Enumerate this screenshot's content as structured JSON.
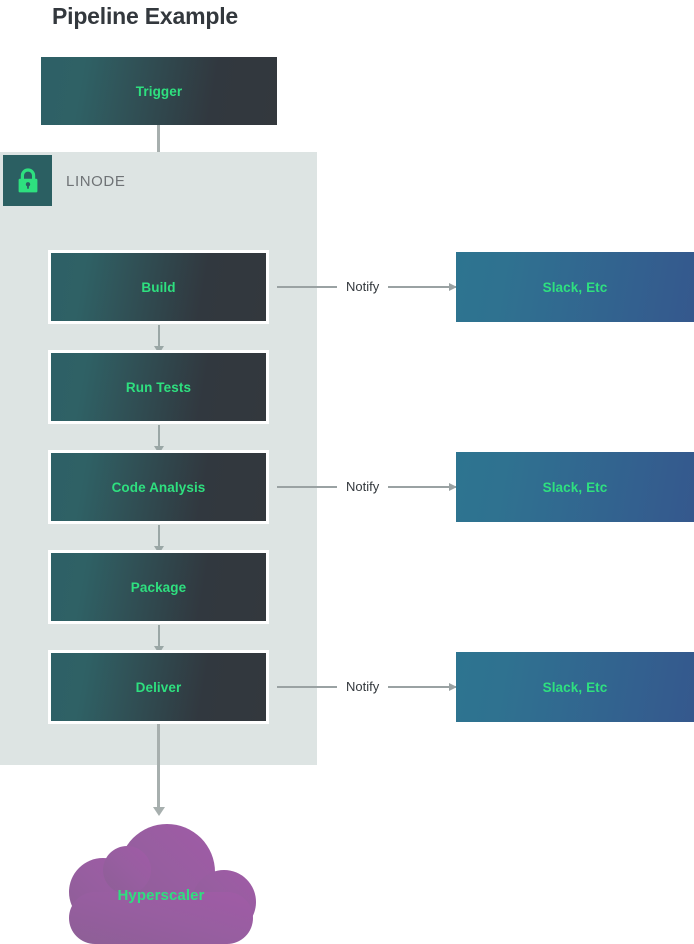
{
  "page": {
    "title": "Pipeline Example"
  },
  "trigger": {
    "label": "Trigger"
  },
  "linode": {
    "label": "LINODE",
    "lock_icon": "lock-icon"
  },
  "pipeline": {
    "stages": [
      {
        "label": "Build"
      },
      {
        "label": "Run Tests"
      },
      {
        "label": "Code Analysis"
      },
      {
        "label": "Package"
      },
      {
        "label": "Deliver"
      }
    ]
  },
  "notifications": [
    {
      "connector_label": "Notify",
      "target_label": "Slack, Etc"
    },
    {
      "connector_label": "Notify",
      "target_label": "Slack, Etc"
    },
    {
      "connector_label": "Notify",
      "target_label": "Slack, Etc"
    }
  ],
  "hyperscaler": {
    "label": "Hyperscaler"
  },
  "colors": {
    "accent_green": "#2ee07f",
    "stage_gradient_start": "#2e6066",
    "stage_gradient_end": "#33383d",
    "slack_gradient_start": "#2d7490",
    "slack_gradient_end": "#35588d",
    "panel_background": "#dde4e3",
    "lock_badge_background": "#2b5f62",
    "cloud_gradient_start": "#9a5fa0",
    "cloud_gradient_end": "#8e5f96",
    "connector_gray": "#9aa2a3",
    "title_color": "#33383d",
    "linode_label_color": "#6f7376"
  }
}
